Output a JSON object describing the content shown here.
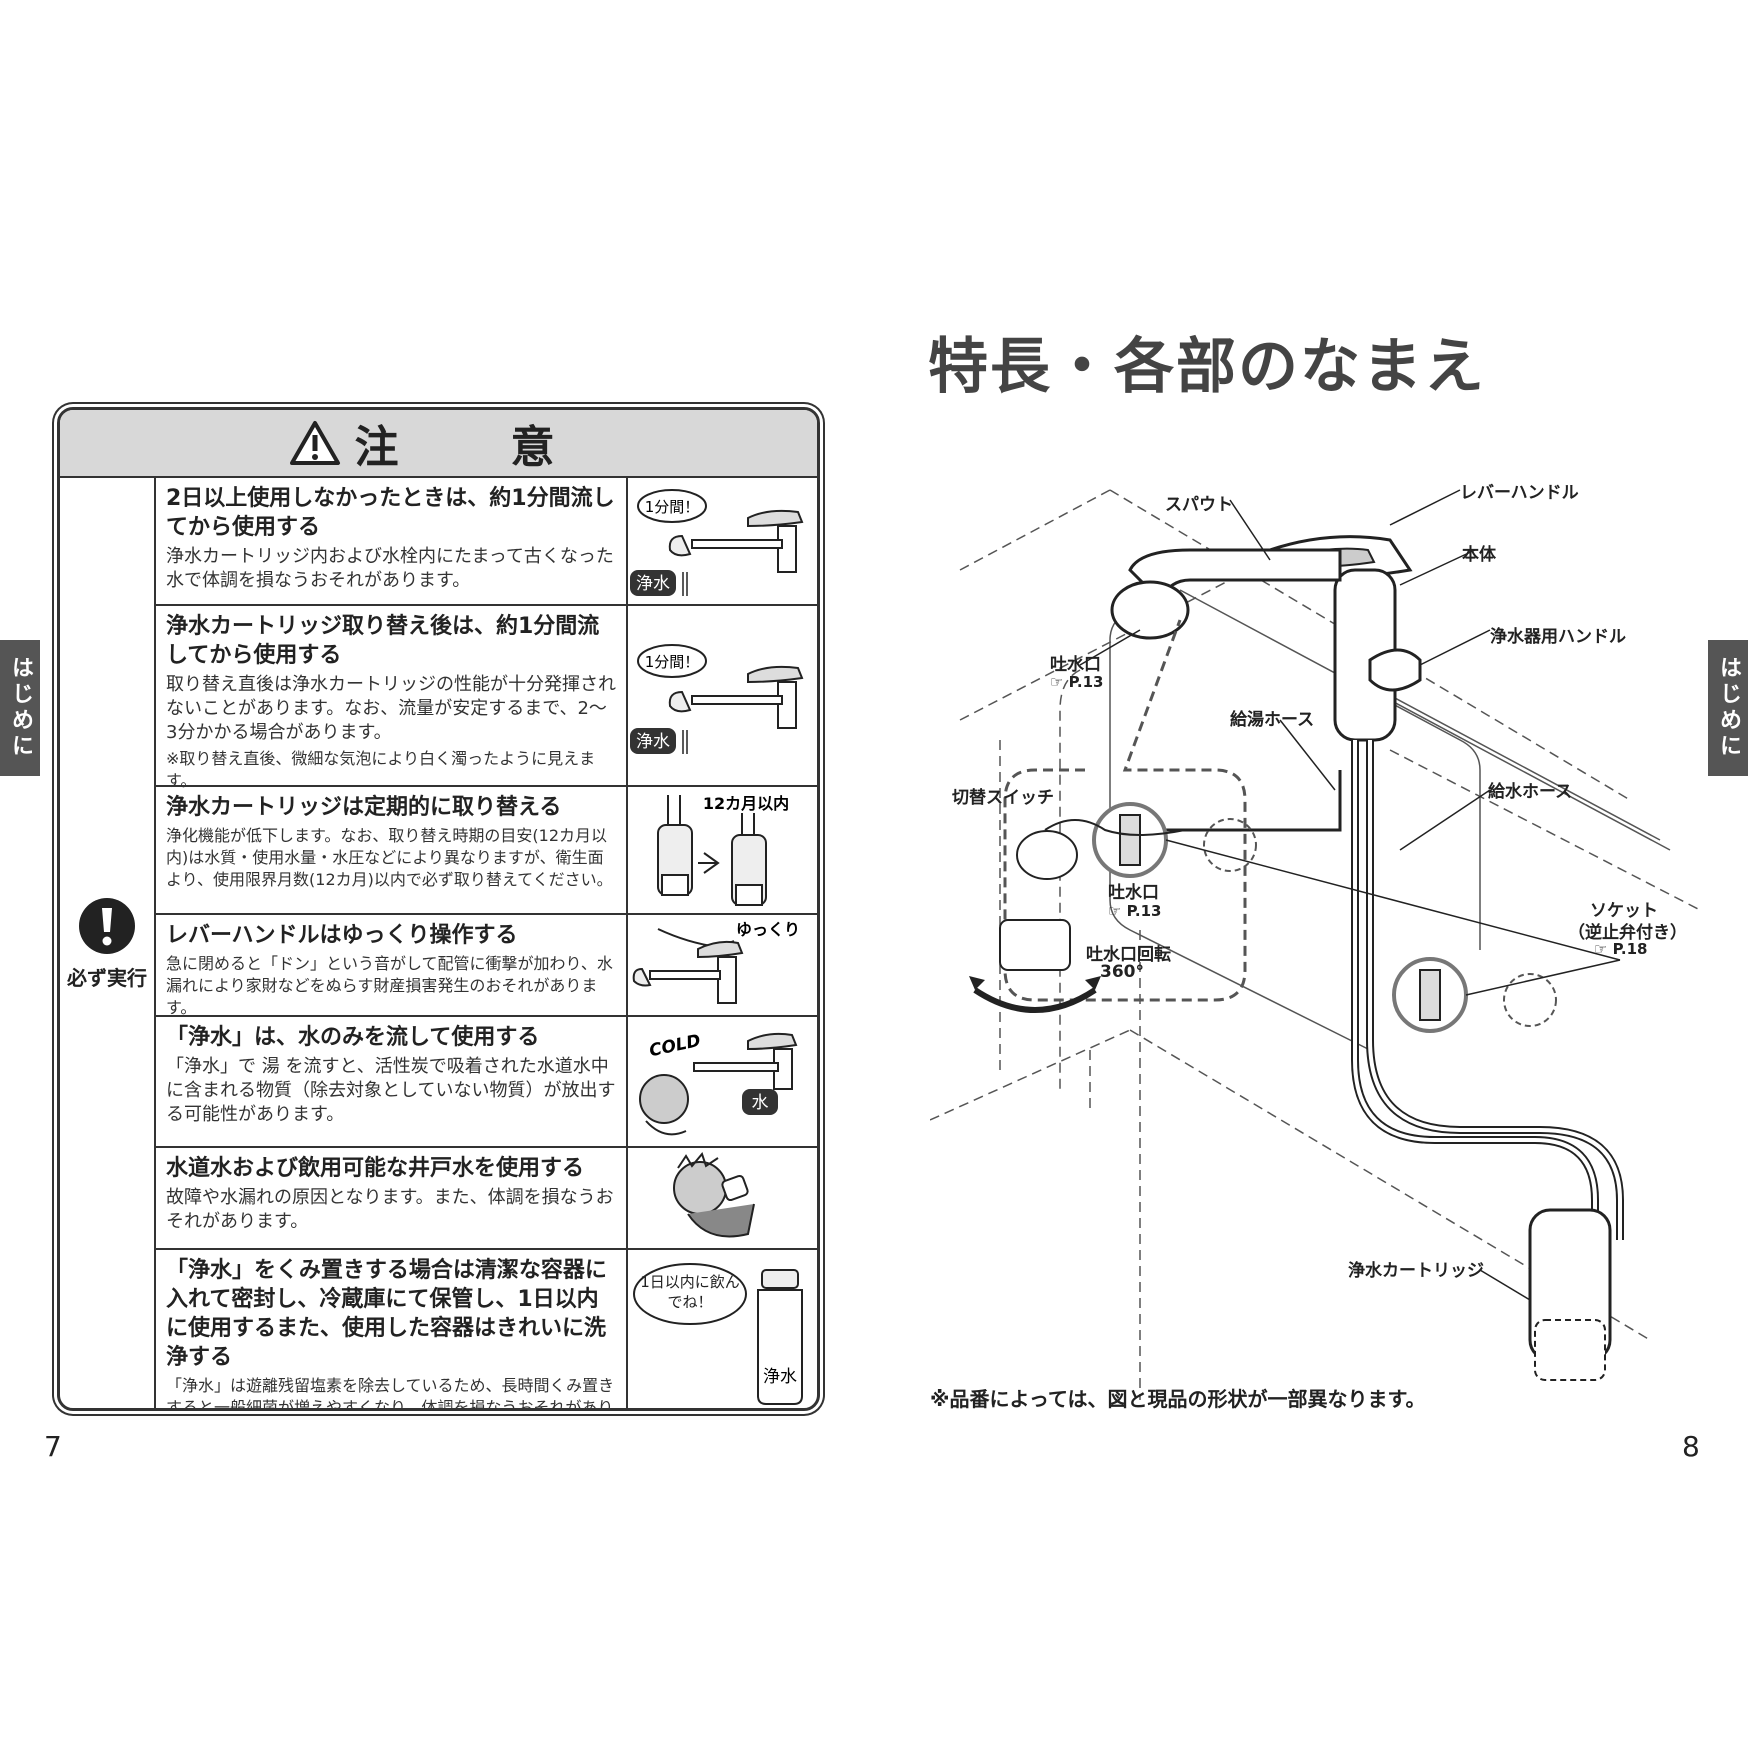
{
  "left_page": {
    "page_number": "7",
    "side_tab": "はじめに",
    "caution": {
      "title": "注　意",
      "must_label": "必ず実行",
      "rows": [
        {
          "heading": "2日以上使用しなかったときは、約1分間流してから使用する",
          "body": "浄水カートリッジ内および水栓内にたまって古くなった水で体調を損なうおそれがあります。",
          "illus_bubble": "1分間！",
          "illus_tag": "浄水"
        },
        {
          "heading": "浄水カートリッジ取り替え後は、約1分間流してから使用する",
          "body": "取り替え直後は浄水カートリッジの性能が十分発揮されないことがあります。なお、流量が安定するまで、2〜3分かかる場合があります。",
          "note": "※取り替え直後、微細な気泡により白く濁ったように見えます。",
          "illus_bubble": "1分間！",
          "illus_tag": "浄水"
        },
        {
          "heading": "浄水カートリッジは定期的に取り替える",
          "body": "浄化機能が低下します。なお、取り替え時期の目安(12カ月以内)は水質・使用水量・水圧などにより異なりますが、衛生面より、使用限界月数(12カ月)以内で必ず取り替えてください。",
          "illus_label": "12カ月以内"
        },
        {
          "heading": "レバーハンドルはゆっくり操作する",
          "body": "急に閉めると「ドン」という音がして配管に衝撃が加わり、水漏れにより家財などをぬらす財産損害発生のおそれがあります。",
          "illus_label": "ゆっくり"
        },
        {
          "heading": "「浄水」は、水のみを流して使用する",
          "body": "「浄水」で 湯 を流すと、活性炭で吸着された水道水中に含まれる物質（除去対象としていない物質）が放出する可能性があります。",
          "illus_label": "COLD",
          "illus_tag": "水"
        },
        {
          "heading": "水道水および飲用可能な井戸水を使用する",
          "body": "故障や水漏れの原因となります。また、体調を損なうおそれがあります。"
        },
        {
          "heading": "「浄水」をくみ置きする場合は清潔な容器に入れて密封し、冷蔵庫にて保管し、1日以内に使用するまた、使用した容器はきれいに洗浄する",
          "body": "「浄水」は遊離残留塩素を除去しているため、長時間くみ置きすると一般細菌が増えやすくなり、体調を損なうおそれがあります。",
          "illus_bubble": "1日以内に飲んでね！",
          "illus_tag": "浄水"
        }
      ]
    }
  },
  "right_page": {
    "page_number": "8",
    "side_tab": "はじめに",
    "title": "特長・各部のなまえ",
    "labels": {
      "spout": "スパウト",
      "lever": "レバーハンドル",
      "body": "本体",
      "purifier_handle": "浄水器用ハンドル",
      "outlet": "吐水口",
      "outlet_ref": "P.13",
      "hot_hose": "給湯ホース",
      "cold_hose": "給水ホース",
      "switch": "切替スイッチ",
      "outlet2": "吐水口",
      "outlet2_ref": "P.13",
      "rotate": "吐水口回転",
      "rotate_deg": "360°",
      "socket": "ソケット",
      "socket_sub": "（逆止弁付き）",
      "socket_ref": "P.18",
      "cartridge": "浄水カートリッジ"
    },
    "footnote": "※品番によっては、図と現品の形状が一部異なります。"
  }
}
